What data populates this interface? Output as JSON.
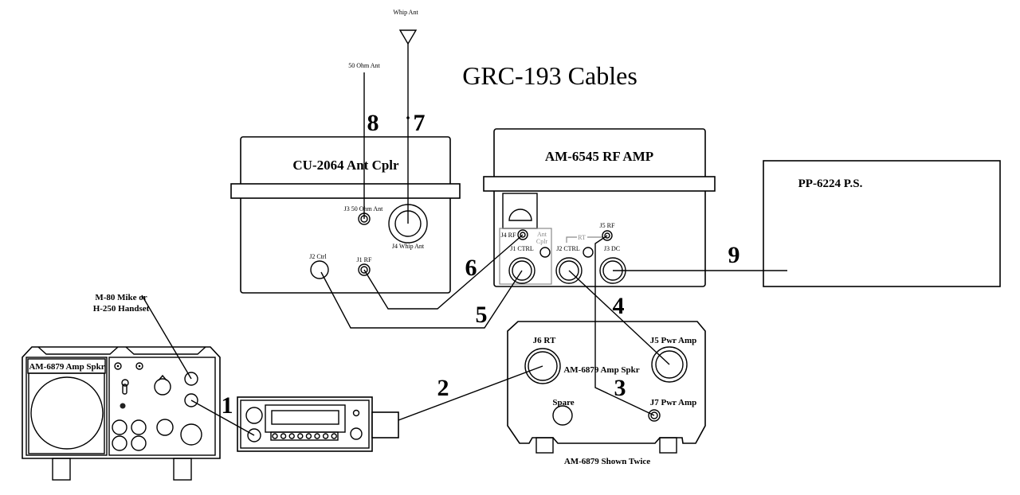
{
  "title": "GRC-193 Cables",
  "antennas": {
    "whip": "Whip Ant",
    "fifty_ohm": "50 Ohm Ant"
  },
  "cable_numbers": [
    "1",
    "2",
    "3",
    "4",
    "5",
    "6",
    "7",
    "8",
    "9"
  ],
  "cu2064": {
    "name": "CU-2064 Ant Cplr",
    "j3": "J3 50 Ohm Ant",
    "j4": "J4 Whip Ant",
    "j2": "J2 Ctrl",
    "j1": "J1 RF"
  },
  "am6545": {
    "name": "AM-6545 RF AMP",
    "j4": "J4 RF",
    "ant_cplr_1": "Ant",
    "ant_cplr_2": "Cplr",
    "j1": "J1 CTRL",
    "j2": "J2 CTRL",
    "rt": "RT",
    "j5": "J5 RF",
    "j3": "J3 DC"
  },
  "pp6224": {
    "name": "PP-6224 P.S."
  },
  "am6879_rear": {
    "name": "AM-6879 Amp Spkr",
    "j6": "J6  RT",
    "j5": "J5 Pwr Amp",
    "spare": "Spare",
    "j7": "J7 Pwr Amp",
    "caption": "AM-6879 Shown Twice"
  },
  "am6879_front": {
    "name": "AM-6879 Amp Spkr"
  },
  "handset": {
    "line1": "M-80 Mike or",
    "line2": "H-250 Handset"
  }
}
